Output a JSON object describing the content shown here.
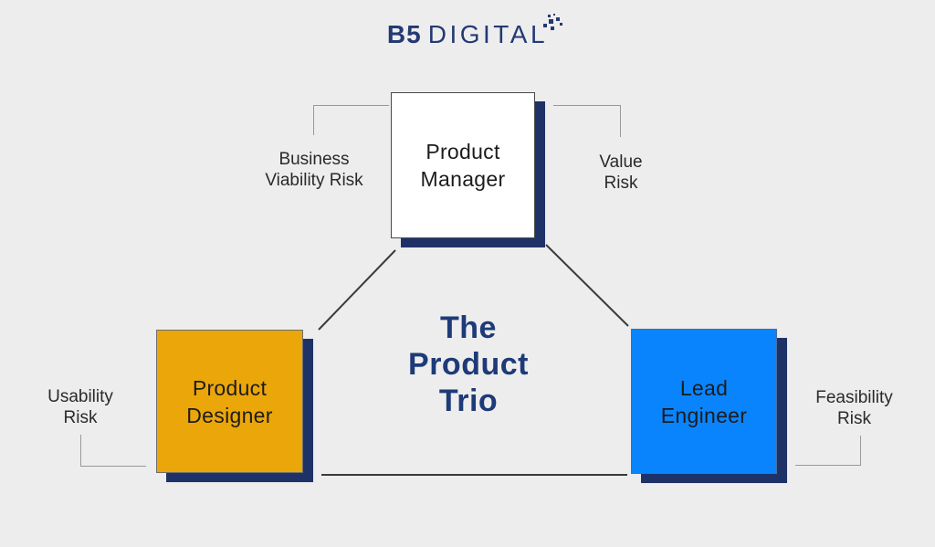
{
  "logo": {
    "text_bold": "B5",
    "text_light": "DIGITAL",
    "icon": "pixel-cluster-icon",
    "color": "#243974"
  },
  "title": {
    "line1": "The",
    "line2": "Product",
    "line3": "Trio",
    "color": "#1E3A78"
  },
  "boxes": {
    "product_manager": {
      "line1": "Product",
      "line2": "Manager",
      "fill": "#FFFFFF"
    },
    "product_designer": {
      "line1": "Product",
      "line2": "Designer",
      "fill": "#EBA60A"
    },
    "lead_engineer": {
      "line1": "Lead",
      "line2": "Engineer",
      "fill": "#0A84FC"
    }
  },
  "risk_labels": {
    "business_viability": {
      "line1": "Business",
      "line2": "Viability Risk"
    },
    "value": {
      "line1": "Value",
      "line2": "Risk"
    },
    "usability": {
      "line1": "Usability",
      "line2": "Risk"
    },
    "feasibility": {
      "line1": "Feasibility",
      "line2": "Risk"
    }
  },
  "colors": {
    "background": "#EDEDED",
    "shadow_navy": "#1F3268",
    "connector_gray": "#999999",
    "triangle_line": "#3B3B3B",
    "box_text": "#1C1C1C",
    "label_text": "#2A2A2A"
  }
}
